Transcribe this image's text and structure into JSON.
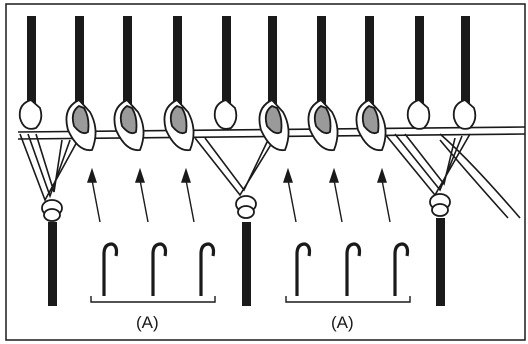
{
  "figure": {
    "group_labels": [
      "(A)",
      "(A)"
    ],
    "colors": {
      "ink": "#1a1a1a",
      "loop_shade": "#9a9a9a",
      "paper": "#ffffff"
    },
    "needle_count": 10,
    "shaded_loop_count": 6,
    "hook_count": 6
  }
}
